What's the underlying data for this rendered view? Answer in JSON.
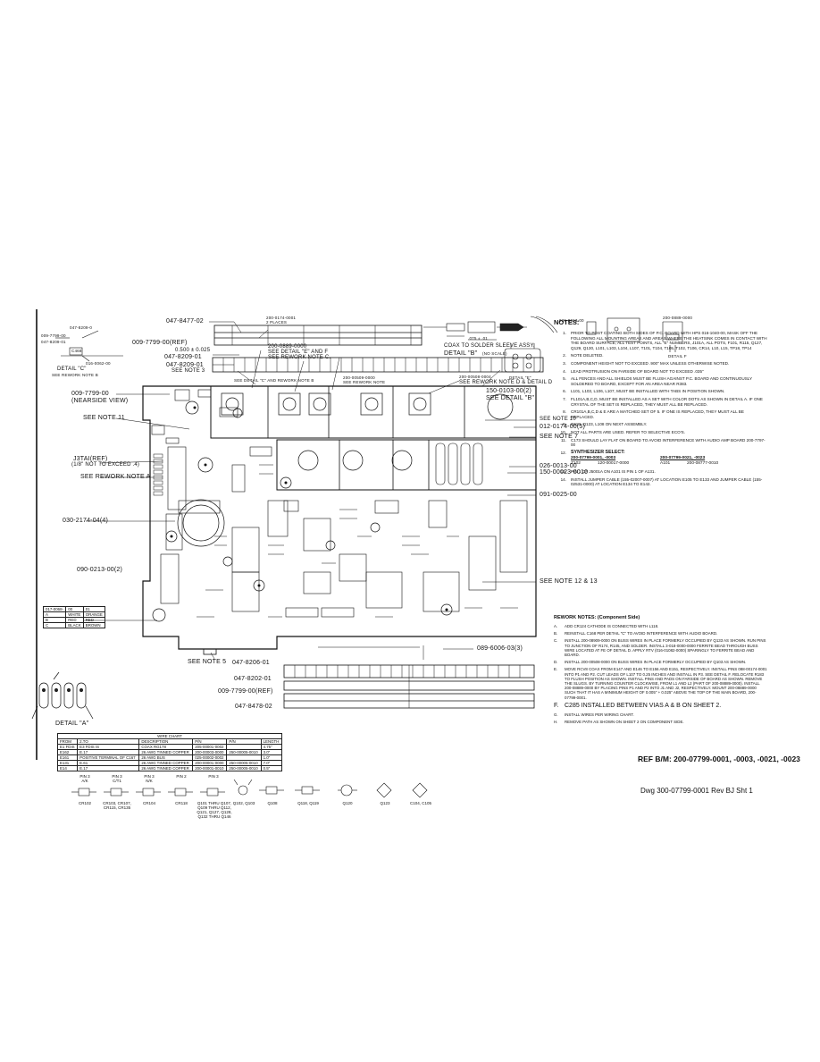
{
  "top_labels": {
    "p_047_8477": "047-8477-02",
    "p_200_0174": "200-0174-0001",
    "two_places": "2 PLACES",
    "p_009_7799_top": "009-7799-00(REF)",
    "p_047_8209_01a": "047-8209-01",
    "p_047_8209_01b": "047-8209-01",
    "p_047_8209_01c": "047-8209-01",
    "dim": "0.500 ± 0.025",
    "p_200_0889": "200-0889-0000",
    "see_detail_e_f": "SEE DETAIL \"E\" AND F",
    "see_rework_c": "SEE REWORK NOTE C.",
    "see_note_3": "SEE NOTE 3",
    "see_detail_c_rework_b": "SEE DETAIL \"C\" AND REWORK NOTE B",
    "p_200_0509_top": "200-00509-0000",
    "see_rework_notes_b": "SEE REWORK NOTE",
    "p_200_00508": "200-00508-0004",
    "see_rework_d_detail_d": "SEE REWORK NOTE D & DETAIL D",
    "p_150_0103": "150-0103-00(2)",
    "see_detail_b": "SEE DETAIL \"B\"",
    "p_009_7799_left": "009-7799-00",
    "nearside": "(NEARSIDE VIEW)",
    "see_note_11": "SEE NOTE 11",
    "see_note_10": "SEE NOTE 10",
    "p_012_0174": "012-0174-00(5)",
    "see_note_7": "SEE NOTE 7",
    "j3tai": "J3TAI(REF)",
    "j3tai_sub": "(1/8\" NOT TO EXCEED .4)",
    "see_rework_a": "SEE REWORK NOTE A",
    "p_026_0013": "026-0013-00",
    "p_150_00023": "150-00023-0010",
    "p_030_2174": "030-2174-04(4)",
    "p_091_0025": "091-0025-00",
    "p_090_0213": "090-0213-00(2)",
    "see_note_12_13": "SEE NOTE 12 & 13",
    "see_note_5": "SEE NOTE 5",
    "p_089_6006": "089-6006-03(3)",
    "p_047_8206": "047-8206-01",
    "p_047_8202": "047-8202-01",
    "p_009_7799_ref": "009-7799-00(REF)",
    "p_047_8478": "047-8478-02",
    "p_047_8209_0": "047-8209-0",
    "p_009_7799_00": "009-7799-00",
    "p_016_0062": "016-0062-00",
    "detail_c": "DETAIL \"C\"",
    "see_rework_note_b": "SEE REWORK NOTE B",
    "c468": "C468",
    "coax_title": "COAX TO SOLDER SLEEVE ASSY.",
    "coax_detail": "DETAIL \"B\"",
    "no_scale": "(NO SCALE)",
    "p_026_0013_top": "026-0013-00",
    "detail_e": "DETAIL \"E\"",
    "p_200_0889_b": "200-0889-0000",
    "detail_f": "DETAIL F",
    "dim_075": ".075 ± .01"
  },
  "table_017": {
    "headers": [
      "017-0068-",
      "00",
      "01"
    ],
    "rows": [
      [
        "A",
        "WHITE",
        "ORANGE"
      ],
      [
        "B",
        "RED",
        "RED"
      ],
      [
        "C",
        "BLACK",
        "BROWN"
      ]
    ]
  },
  "detail_a": "DETAIL \"A\"",
  "wire_chart": {
    "title": "WIRE CHART",
    "headers": [
      "FROM",
      "2.TO",
      "DESCRIPTION",
      "P/N",
      "P/N",
      "LENGTH"
    ],
    "rows": [
      [
        "E1 FDIS",
        "E3 FDIS IS",
        "COAX RG178",
        "205-00001-0002",
        "",
        "4.75\""
      ],
      [
        "E162",
        "E.17",
        "26 AWG TINNED COPPER",
        "200-00003-0000",
        "250-00005-0010",
        "3.0\""
      ],
      [
        "E161",
        "POSITIVE TERMINAL OF C167",
        "26 AWG BUS",
        "025-00002-0002",
        "",
        "1.0\""
      ],
      [
        "E131",
        "E.61",
        "26 AWG TINNED COPPER",
        "200-00001-0000",
        "250-00005-0010",
        "7.0\""
      ],
      [
        "E14",
        "E.17",
        "26 AWG TINNED COPPER",
        "200-00001-0010",
        "250-00005-0010",
        "0.5\""
      ]
    ]
  },
  "pinouts": [
    {
      "top": "PIN 3",
      "mid": "A/K",
      "bot": "CR102"
    },
    {
      "top": "PIN 3",
      "mid": "C/T1",
      "bot": "CR103, CR107, CR115, CR135"
    },
    {
      "top": "PIN 3",
      "mid": "N/K",
      "bot": "CR104"
    },
    {
      "top": "PIN 2",
      "mid": "",
      "bot": "CR118"
    },
    {
      "top": "PIN 3",
      "mid": "",
      "bot": "Q101 THRU Q107, Q109 THRU Q112, Q121, Q127, Q128, Q132 THRU Q146"
    },
    {
      "top": "",
      "mid": "",
      "bot": "Q102, Q103"
    },
    {
      "top": "",
      "mid": "",
      "bot": "Q108"
    },
    {
      "top": "",
      "mid": "",
      "bot": "Q118, Q119"
    },
    {
      "top": "",
      "mid": "",
      "bot": "Q120"
    },
    {
      "top": "",
      "mid": "",
      "bot": "Q123"
    },
    {
      "top": "",
      "mid": "",
      "bot": "C104, C105"
    }
  ],
  "notes_title": "NOTES:",
  "notes": [
    {
      "n": "1.",
      "t": "PRIOR TO POST COATING BOTH SIDES OF P.C. BOARD WITH HPS 016-1040-00, MASK OFF THE FOLLOWING ALL MOUNTING AREAS AND AREAS WHERE THE HEATSINK COMES IN CONTACT WITH THE BOARD SURFACE, ALL TEST POINTS, ALL \"E\" NUMBERS, J101A, ALL POTS, F101, R115, Q127, Q129, Q130, L101, L103, L104, L107, T101, T104, T105, T102, T106, CR14, L10, L15, TP18, TP14"
    },
    {
      "n": "2.",
      "t": "NOTE DELETED."
    },
    {
      "n": "3.",
      "t": "COMPONENT HEIGHT NOT TO EXCEED .900\" MAX UNLESS OTHERWISE NOTED."
    },
    {
      "n": "4.",
      "t": "LEAD PROTRUSION ON FARSIDE OF BOARD NOT TO EXCEED .035\""
    },
    {
      "n": "5.",
      "t": "ALL FENCES AND ALL SHIELDS MUST BE FLUSH AGAINST P.C. BOARD AND CONTINUOUSLY SOLDERED TO BOARD, EXCEPT FOR AN AREA NEAR R383."
    },
    {
      "n": "6.",
      "t": "L101, L103, L106, L107, MUST BE INSTALLED WITH TABS IN POSITION SHOWN."
    },
    {
      "n": "7.",
      "t": "FL101A,B,C,D, MUST BE INSTALLED AS A SET WITH COLOR DOTS AS SHOWN IN DETAIL A. IF ONE CRYSTAL OF THE SET IS REPLACED, THEY MUST ALL BE REPLACED."
    },
    {
      "n": "8.",
      "t": "CR101A,B,C,D & E ARE A MATCHED SET OF 5. IF ONE IS REPLACED, THEY MUST ALL BE REPLACED."
    },
    {
      "n": "9.",
      "t": "Q113, Q123, L108 ON NEXT ASSEMBLY."
    },
    {
      "n": "10.",
      "t": "NOT ALL PARTS ARE USED. REFER TO SELECTIVE ECO'S."
    },
    {
      "n": "11.",
      "t": "C173 SHOULD LAY FLAT ON BOARD TO AVOID INTERFERENCE WITH AUDIO AMP BOARD 200-7797-00"
    },
    {
      "n": "12.",
      "t": "SYNTHESIZER SELECT:"
    },
    {
      "n": "13.",
      "t": "PIN 1 OF J5001A ON A101 IS PIN 1 OF A131."
    },
    {
      "n": "14.",
      "t": "INSTALL JUMPER CABLE (155-02007-0007) AT LOCATION E105 TO E133 AND JUMPER CABLE (155-02531-0000) AT LOCATION E134 TO E142."
    }
  ],
  "synth": {
    "head_a": "200-07799-0001, -0003",
    "head_b": "200-07799-0021, -0023",
    "r1a": "Z102",
    "r1b": "120-00017-0000",
    "r1c": "A101",
    "r1d": "200-08777-0010"
  },
  "rework_title": "REWORK NOTES: (Component Side)",
  "rework": [
    {
      "n": "A.",
      "t": "ADD CR124 CATHODE IS CONNECTED WITH L118."
    },
    {
      "n": "B.",
      "t": "REINSTALL C168 PER DETAIL \"C\" TO AVOID INTERFERENCE WITH AUDIO BOARD."
    },
    {
      "n": "C.",
      "t": "INSTALL 200-08909-0000 ON BUSS WIRES IN PLACE FORMERLY OCCUPIED BY Q133 AS SHOWN. RUN PINS TO JUNCTION OF R174, R145, AND SOLDER. INSTALL 3-018-0000-0000 FERRITE BEAD THROUGH BUSS WIRE LOCATED AT FE OF DETAIL D. APPLY RTV (016-01082-0000) SPARINGLY TO FERRITE BEAD AND BOARD."
    },
    {
      "n": "D.",
      "t": "INSTALL 200-00508-0000 ON BUSS WIRES IN PLACE FORMERLY OCCUPIED BY Q103 AS SHOWN."
    },
    {
      "n": "E.",
      "t": "MOVE RCV8 COAX FROM E147 AND E146 TO E156 AND E151, RESPECTIVELY. INSTALL PINS 088-00174-0001 INTO P1 AND P2. CUT LEADS OF L107 TO 0.25 INCHES AND INSTALL IN P3. SEE DETAIL F. RELOCATE R183 TO FLUSH POSITION AS SHOWN. INSTALL PINS AND PADS ON FARSIDE OF BOARD AS SHOWN. REMOVE THE SLUGS. BY TURNING COUNTER CLOCKWISE, FROM L1 AND L2 (PART OF 200-08889-0000). INSTALL 200-08889-0000 BY PLACING PINS P1 AND P2 INTO J1 AND J2, RESPECTIVELY. MOUNT 200-08889-0000 SUCH THAT IT HAS A MINIMUM HEIGHT OF 0.005\" + 0.025\" ABOVE THE TOP OF THE MAIN BOARD, 200-07799-0001."
    },
    {
      "n": "F.",
      "t": "C285 INSTALLED BETWEEN VIAS A & B ON SHEET 2.",
      "hl": true
    },
    {
      "n": "G.",
      "t": "INSTALL WIRES PER WIRING CHART."
    },
    {
      "n": "H.",
      "t": "REMOVE PATH AS SHOWN ON SHEET 2 ON COMPONENT SIDE."
    }
  ],
  "ref_bom": "REF B/M: 200-07799-0001, -0003, -0021, -0023",
  "dwg": "Dwg 300-07799-0001 Rev BJ Sht 1"
}
